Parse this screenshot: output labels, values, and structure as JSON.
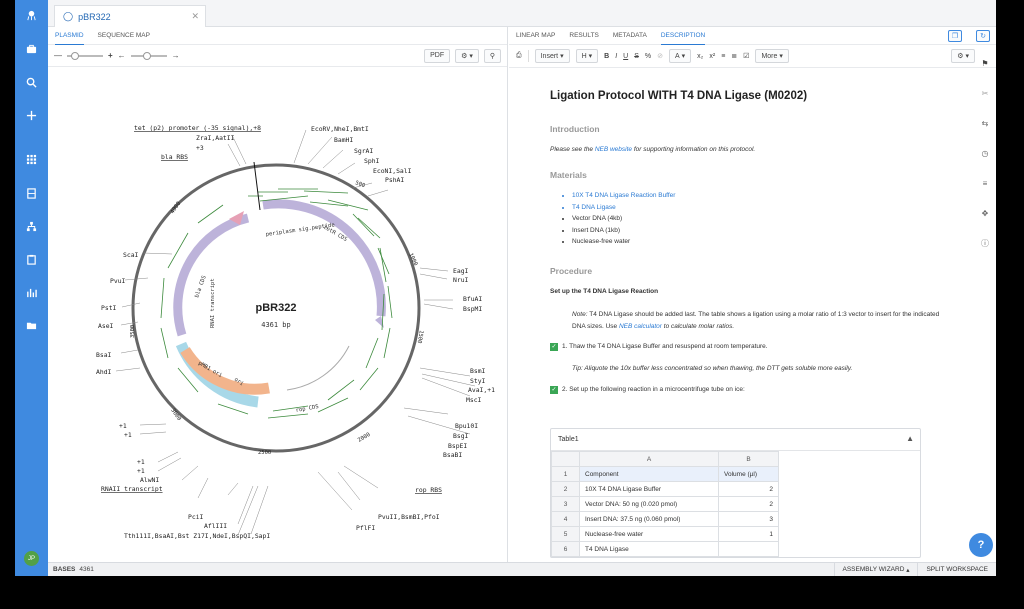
{
  "app": {
    "doc_tab": "pBR322",
    "avatar_initials": "JP",
    "help_label": "?"
  },
  "left": {
    "tabs": [
      "PLASMID",
      "SEQUENCE MAP"
    ],
    "pdf_label": "PDF",
    "map": {
      "name": "pBR322",
      "length_label": "4361 bp",
      "ticks": [
        "500",
        "1000",
        "1500",
        "2000",
        "2500",
        "3000",
        "3500",
        "4000"
      ],
      "features": [
        "tet (p2) promoter (-35 signal)",
        "bla RBS",
        "periplasm sig.peptide",
        "tetR CDS",
        "bla CDS",
        "RNAI transcript",
        "ori",
        "rop CDS",
        "rop RBS",
        "RNAII transcript",
        "pMB1 ori"
      ],
      "sites": [
        {
          "label": "tet (p2) promoter (-35 signal),+8"
        },
        {
          "label": "ZraI,AatII"
        },
        {
          "label": "+3"
        },
        {
          "label": "bla RBS"
        },
        {
          "label": "EcoRV,NheI,BmtI"
        },
        {
          "label": "BamHI"
        },
        {
          "label": "SgrAI"
        },
        {
          "label": "SphI"
        },
        {
          "label": "EcoNI,SalI"
        },
        {
          "label": "PshAI"
        },
        {
          "label": "EagI"
        },
        {
          "label": "NruI"
        },
        {
          "label": "BfuAI"
        },
        {
          "label": "BspMI"
        },
        {
          "label": "BsmI"
        },
        {
          "label": "StyI"
        },
        {
          "label": "AvaI,+1"
        },
        {
          "label": "MscI"
        },
        {
          "label": "Bpu10I"
        },
        {
          "label": "BsgI"
        },
        {
          "label": "BspEI"
        },
        {
          "label": "BsaBI"
        },
        {
          "label": "rop RBS"
        },
        {
          "label": "PvuII,BsmBI,PfoI"
        },
        {
          "label": "PflFI"
        },
        {
          "label": "ScaI"
        },
        {
          "label": "PvuI"
        },
        {
          "label": "PstI"
        },
        {
          "label": "AseI"
        },
        {
          "label": "BsaI"
        },
        {
          "label": "AhdI"
        },
        {
          "label": "+1"
        },
        {
          "label": "+1"
        },
        {
          "label": "+1"
        },
        {
          "label": "+1"
        },
        {
          "label": "AlwNI"
        },
        {
          "label": "RNAII transcript"
        },
        {
          "label": "PciI"
        },
        {
          "label": "AflIII"
        },
        {
          "label": "Tth111I,BsaAI,Bst Z17I,NdeI,BspQI,SapI"
        }
      ]
    }
  },
  "right": {
    "tabs": [
      "LINEAR MAP",
      "RESULTS",
      "METADATA",
      "DESCRIPTION"
    ],
    "toolbar": {
      "insert": "Insert",
      "heading": "H",
      "bold": "B",
      "italic": "I",
      "underline": "U",
      "strike": "S",
      "link": "%",
      "text_color": "A",
      "sub": "x₂",
      "sup": "x²",
      "more": "More"
    },
    "doc": {
      "title": "Ligation Protocol WITH T4 DNA Ligase (M0202)",
      "intro_h": "Introduction",
      "intro_p_before": "Please see the ",
      "intro_link": "NEB website",
      "intro_p_after": " for supporting information on this protocol.",
      "materials_h": "Materials",
      "materials": [
        "10X T4 DNA Ligase Reaction Buffer",
        "T4 DNA Ligase",
        "Vector DNA (4kb)",
        "Insert DNA (1kb)",
        "Nuclease-free water"
      ],
      "procedure_h": "Procedure",
      "step_h": "Set up the T4 DNA Ligase Reaction",
      "note_label": "Note:",
      "note_before_link": " T4 DNA Ligase should be added last. The table shows a ligation using a molar ratio of 1:3 vector to insert for the indicated DNA sizes.  Use ",
      "note_link": "NEB calculator",
      "note_after_link": " to calculate molar ratios.",
      "check1": "1. Thaw the T4 DNA Ligase Buffer and resuspend at room temperature.",
      "tip": "Tip: Aliquote the 10x buffer less concentrated so when thawing, the DTT gets soluble more easily.",
      "check2": "2. Set up the following reaction in a microcentrifuge tube on ice:"
    },
    "table": {
      "title": "Table1",
      "cols": [
        "A",
        "B"
      ],
      "rows": [
        {
          "n": "1",
          "a": "Component",
          "b": "Volume (µl)"
        },
        {
          "n": "2",
          "a": "10X T4 DNA Ligase Buffer",
          "b": "2"
        },
        {
          "n": "3",
          "a": "Vector DNA: 50 ng (0.020 pmol)",
          "b": "2"
        },
        {
          "n": "4",
          "a": "Insert DNA: 37.5 ng (0.060 pmol)",
          "b": "3"
        },
        {
          "n": "5",
          "a": "Nuclease-free water",
          "b": "1"
        },
        {
          "n": "6",
          "a": "T4 DNA Ligase",
          "b": ""
        }
      ]
    }
  },
  "status": {
    "bases_label": "BASES",
    "bases_value": "4361",
    "assembly": "ASSEMBLY WIZARD",
    "split": "SPLIT WORKSPACE"
  }
}
